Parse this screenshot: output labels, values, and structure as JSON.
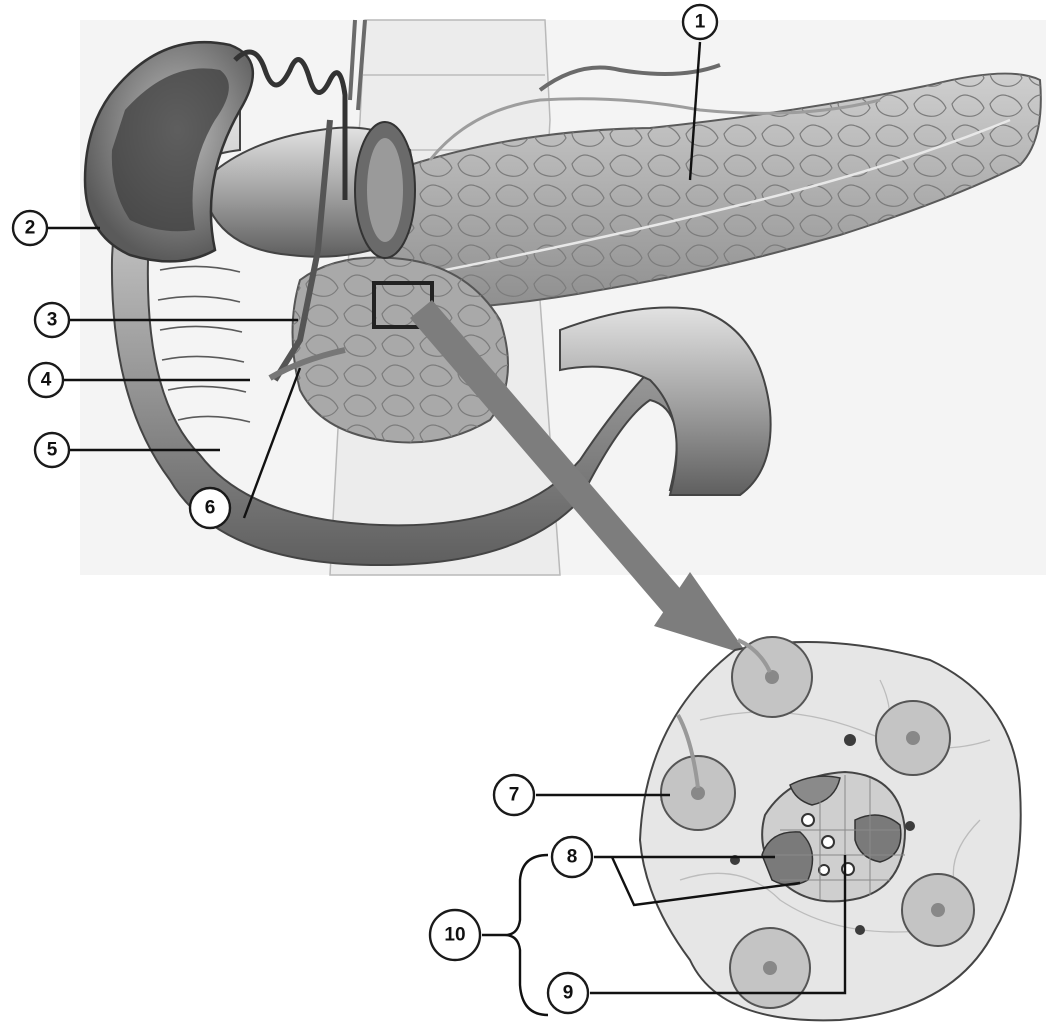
{
  "labels": [
    {
      "id": "1",
      "text": "1"
    },
    {
      "id": "2",
      "text": "2"
    },
    {
      "id": "3",
      "text": "3"
    },
    {
      "id": "4",
      "text": "4"
    },
    {
      "id": "5",
      "text": "5"
    },
    {
      "id": "6",
      "text": "6"
    },
    {
      "id": "7",
      "text": "7"
    },
    {
      "id": "8",
      "text": "8"
    },
    {
      "id": "9",
      "text": "9"
    },
    {
      "id": "10",
      "text": "10"
    }
  ],
  "colors": {
    "organ_light": "#d4d4d4",
    "organ_mid": "#a8a8a8",
    "organ_dark": "#6e6e6e",
    "tissue": "#e6e6e6",
    "acinus": "#c4c4c4",
    "islet_light": "#cfcfcf",
    "islet_dark": "#7a7a7a",
    "arrow": "#7d7d7d"
  }
}
